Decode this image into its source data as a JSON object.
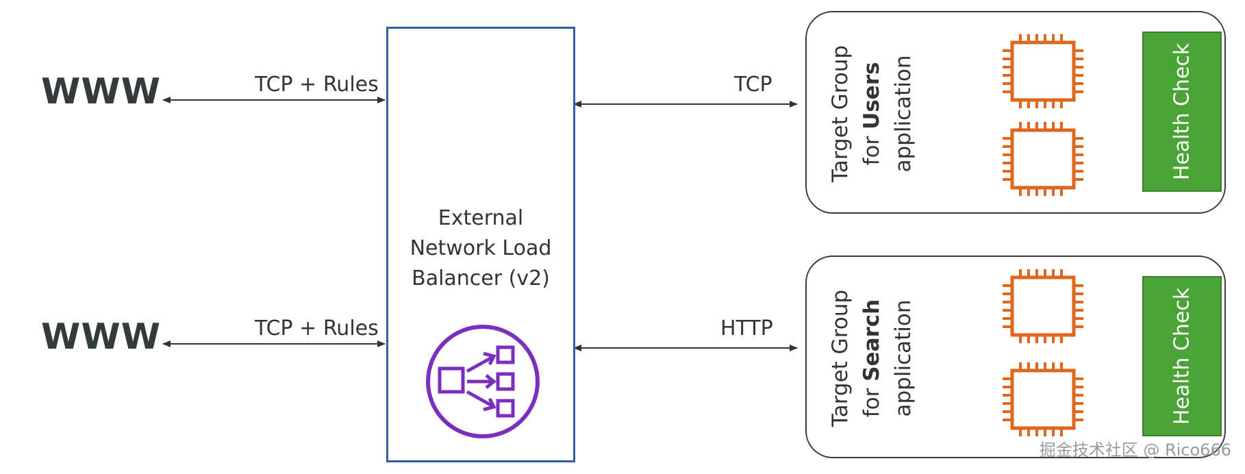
{
  "sources": [
    {
      "label": "WWW",
      "edge_label": "TCP + Rules"
    },
    {
      "label": "WWW",
      "edge_label": "TCP + Rules"
    }
  ],
  "load_balancer": {
    "title_lines": [
      "External",
      "Network Load",
      "Balancer (v2)"
    ],
    "icon": "network-load-balancer-icon",
    "border_color": "#2e5fa8",
    "icon_color": "#7b2fbe"
  },
  "target_groups": [
    {
      "edge_label": "TCP",
      "label_prefix": "Target Group",
      "label_for": "for",
      "label_name": "Users",
      "label_suffix": "application",
      "health_check": "Health Check",
      "instance_icon": "ec2-instance-chip-icon"
    },
    {
      "edge_label": "HTTP",
      "label_prefix": "Target Group",
      "label_for": "for",
      "label_name": "Search",
      "label_suffix": "application",
      "health_check": "Health Check",
      "instance_icon": "ec2-instance-chip-icon"
    }
  ],
  "colors": {
    "chip": "#e0661c",
    "health_check": "#4ba335"
  },
  "watermark": "掘金技术社区 @ Rico666"
}
